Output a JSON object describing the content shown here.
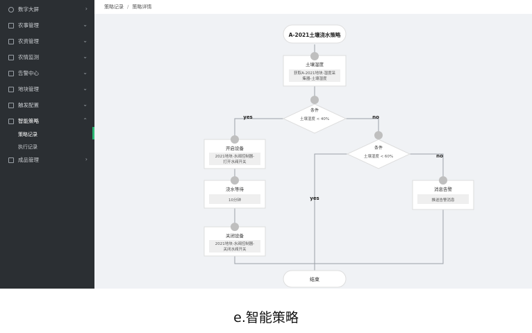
{
  "sidebar": {
    "items": [
      {
        "label": "数字大屏",
        "icon": "dashboard-icon",
        "chevron": ">"
      },
      {
        "label": "农事管理",
        "icon": "edit-icon",
        "chevron": "v"
      },
      {
        "label": "农资管理",
        "icon": "edit-icon",
        "chevron": "v"
      },
      {
        "label": "农情监测",
        "icon": "edit-icon",
        "chevron": "v"
      },
      {
        "label": "告警中心",
        "icon": "edit-icon",
        "chevron": "v"
      },
      {
        "label": "地块管理",
        "icon": "edit-icon",
        "chevron": "v"
      },
      {
        "label": "触发配置",
        "icon": "edit-icon",
        "chevron": "v"
      },
      {
        "label": "智能策略",
        "icon": "edit-icon",
        "chevron": "^"
      }
    ],
    "sub_items": [
      {
        "label": "策略记录",
        "active": true
      },
      {
        "label": "执行记录",
        "active": false
      }
    ],
    "last_item": {
      "label": "成品管理",
      "icon": "edit-icon",
      "chevron": ">"
    }
  },
  "breadcrumb": [
    "策略记录",
    "策略详情"
  ],
  "breadcrumb_sep": "/",
  "flow": {
    "start": "A-2021土壤浇水策略",
    "sensor_title": "土壤湿度",
    "sensor_desc": [
      "获取A-2021地块-湿度采",
      "集器-土壤湿度"
    ],
    "cond1_title": "条件",
    "cond1_expr": "土壤湿度 < 40%",
    "yes_label": "yes",
    "no_label": "no",
    "cond2_title": "条件",
    "cond2_expr": "土壤湿度 < 60%",
    "no2_label": "no",
    "yes2_label": "yes",
    "open_title": "开启设备",
    "open_desc": [
      "2021地块-水阀控制器-",
      "打开水阀开关"
    ],
    "wait_title": "浇水等待",
    "wait_desc": "10分钟",
    "close_title": "关闭设备",
    "close_desc": [
      "2021地块-水阀控制器-",
      "关闭水阀开关"
    ],
    "alarm_title": "消息告警",
    "alarm_desc": "推送告警消息",
    "end": "结束"
  },
  "caption": "e.智能策略",
  "colors": {
    "sidebar_bg": "#2b2f33",
    "active_accent": "#2bb673",
    "canvas_bg": "#f0f2f5"
  }
}
